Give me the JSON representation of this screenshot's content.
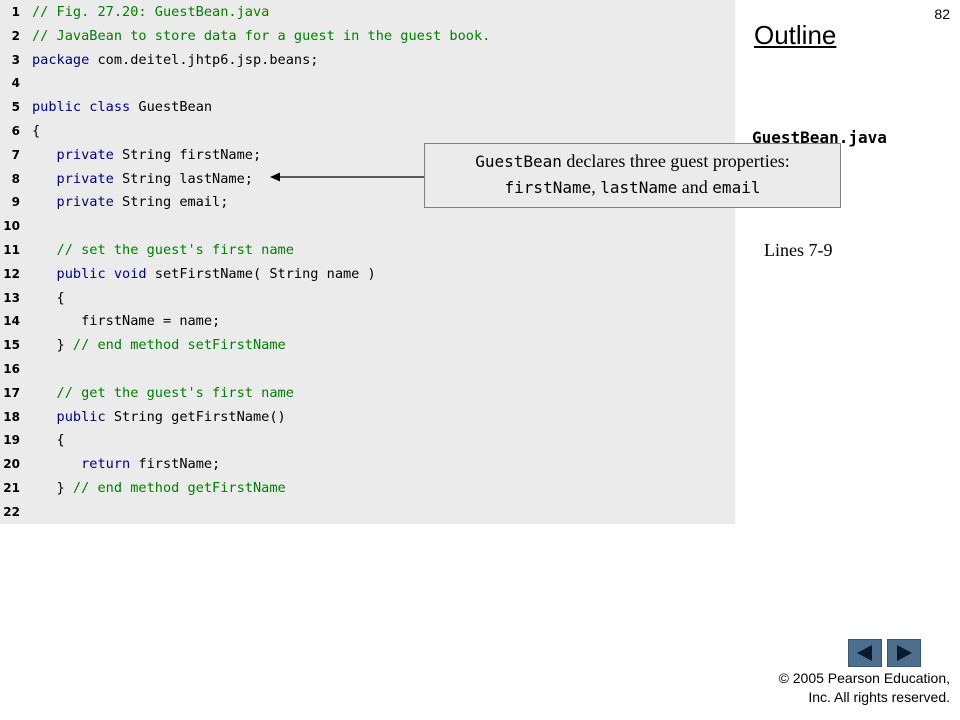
{
  "slide": {
    "number": "82"
  },
  "sidebar": {
    "outline_title": "Outline",
    "file_label": "GuestBean.java",
    "lines_label": "Lines 7-9"
  },
  "code_lines": [
    {
      "num": "1",
      "segments": [
        {
          "t": "// Fig. 27.20: GuestBean.java",
          "c": "cm"
        }
      ]
    },
    {
      "num": "2",
      "segments": [
        {
          "t": "// JavaBean to store data for a guest in the guest book.",
          "c": "cm"
        }
      ]
    },
    {
      "num": "3",
      "segments": [
        {
          "t": "package",
          "c": "kw"
        },
        {
          "t": " com.deitel.jhtp6.jsp.beans;",
          "c": "tx"
        }
      ]
    },
    {
      "num": "4",
      "segments": []
    },
    {
      "num": "5",
      "segments": [
        {
          "t": "public class",
          "c": "kw"
        },
        {
          "t": " GuestBean",
          "c": "tx"
        }
      ]
    },
    {
      "num": "6",
      "segments": [
        {
          "t": "{",
          "c": "tx"
        }
      ]
    },
    {
      "num": "7",
      "segments": [
        {
          "t": "   private",
          "c": "kw"
        },
        {
          "t": " String firstName;",
          "c": "tx"
        }
      ]
    },
    {
      "num": "8",
      "segments": [
        {
          "t": "   private",
          "c": "kw"
        },
        {
          "t": " String lastName;",
          "c": "tx"
        }
      ]
    },
    {
      "num": "9",
      "segments": [
        {
          "t": "   private",
          "c": "kw"
        },
        {
          "t": " String email;",
          "c": "tx"
        }
      ]
    },
    {
      "num": "10",
      "segments": []
    },
    {
      "num": "11",
      "segments": [
        {
          "t": "   // set the guest's first name",
          "c": "cm"
        }
      ]
    },
    {
      "num": "12",
      "segments": [
        {
          "t": "   public void",
          "c": "kw"
        },
        {
          "t": " setFirstName( String name )",
          "c": "tx"
        }
      ]
    },
    {
      "num": "13",
      "segments": [
        {
          "t": "   {",
          "c": "tx"
        }
      ]
    },
    {
      "num": "14",
      "segments": [
        {
          "t": "      firstName = name;",
          "c": "tx"
        }
      ]
    },
    {
      "num": "15",
      "segments": [
        {
          "t": "   } ",
          "c": "tx"
        },
        {
          "t": "// end method setFirstName",
          "c": "cm"
        }
      ]
    },
    {
      "num": "16",
      "segments": []
    },
    {
      "num": "17",
      "segments": [
        {
          "t": "   // get the guest's first name",
          "c": "cm"
        }
      ]
    },
    {
      "num": "18",
      "segments": [
        {
          "t": "   public",
          "c": "kw"
        },
        {
          "t": " String getFirstName()",
          "c": "tx"
        }
      ]
    },
    {
      "num": "19",
      "segments": [
        {
          "t": "   {",
          "c": "tx"
        }
      ]
    },
    {
      "num": "20",
      "segments": [
        {
          "t": "      return",
          "c": "kw"
        },
        {
          "t": " firstName;",
          "c": "tx"
        }
      ]
    },
    {
      "num": "21",
      "segments": [
        {
          "t": "   } ",
          "c": "tx"
        },
        {
          "t": "// end method getFirstName",
          "c": "cm"
        }
      ]
    },
    {
      "num": "22",
      "segments": []
    }
  ],
  "callout": {
    "line1_code": "GuestBean",
    "line1_text": " declares three guest properties:",
    "line2_code1": "firstName",
    "line2_sep": ", ",
    "line2_code2": "lastName",
    "line2_and": " and ",
    "line2_code3": "email"
  },
  "navigation": {
    "back_icon": "triangle-left-icon",
    "forward_icon": "triangle-right-icon"
  },
  "footer": {
    "copyright_line1": "© 2005 Pearson Education,",
    "copyright_line2": "Inc.  All rights reserved."
  },
  "colors": {
    "keyword": "#000080",
    "comment": "#008000",
    "code_background": "#ebebeb",
    "nav_button": "#4d6f8f"
  }
}
